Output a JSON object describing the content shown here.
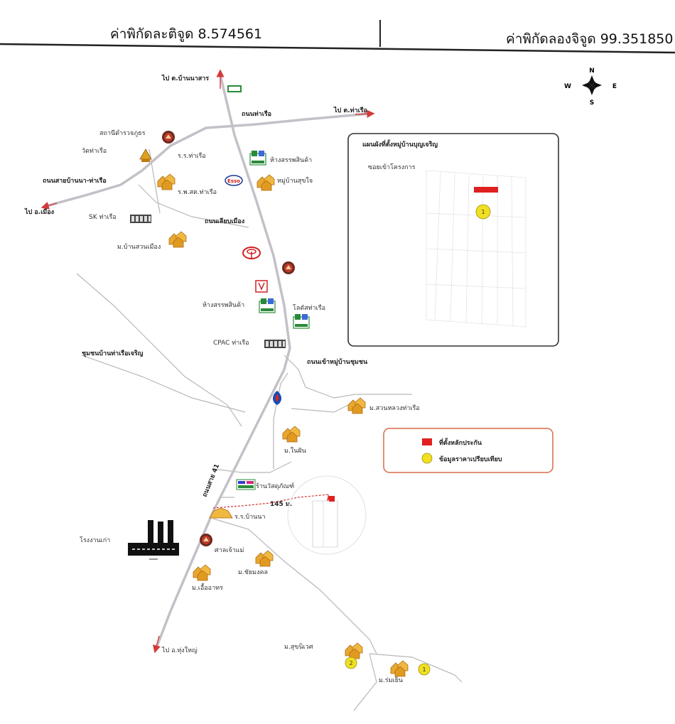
{
  "header": {
    "latitude_label": "ค่าพิกัดละติจูด 8.574561",
    "longitude_label": "ค่าพิกัดลองจิจูด 99.351850"
  },
  "compass": {
    "n": "N",
    "s": "S",
    "e": "E",
    "w": "W"
  },
  "roads": {
    "to_north": "ไป ต.บ้านนาสาร",
    "to_east": "ไป ต.ท่าเรือ",
    "road_east": "ถนนท่าเรือ",
    "to_west": "ไป อ.เมือง",
    "road_west": "ถนนสายบ้านนา-ท่าเรือ",
    "road_mid": "ถนนเลียบเมือง",
    "highway": "ถนนสาย 41",
    "road_south_junction": "ถนนเข้าหมู่บ้านชุมชน",
    "to_south": "ไป อ.ทุ่งใหญ่",
    "distance": "145 ม."
  },
  "places": [
    "สถานีตำรวจภูธร",
    "วัดท่าเรือ",
    "ร.ร.ท่าเรือ",
    "ร.พ.สต.ท่าเรือ",
    "SK ท่าเรือ",
    "ม.บ้านสวนเมือง",
    "ห้างสรรพสินค้า",
    "หมู่บ้านสุขใจ",
    "ห้างสรรพสินค้า",
    "โลตัสท่าเรือ",
    "CPAC ท่าเรือ",
    "ชุมชนบ้านท่าเรือเจริญ",
    "ม.สวนหลวงท่าเรือ",
    "ม.ในฝัน",
    "ร้านวัสดุภัณฑ์",
    "ร.ร.บ้านนา",
    "โรงงานเก่า",
    "ศาลเจ้าแม่",
    "ม.ชัยมงคล",
    "ม.เอื้ออาทร",
    "ม.สุขนิเวศ",
    "ม.ร่มเย็น"
  ],
  "logos": {
    "esso": "Esso"
  },
  "inset": {
    "title": "แผนผังที่ตั้งหมู่บ้านบุญเจริญ",
    "subtitle": "ซอยเข้าโครงการ",
    "marker": "1"
  },
  "legend": {
    "site_label": "ที่ตั้งหลักประกัน",
    "comparable_label": "ข้อมูลราคาเปรียบเทียบ"
  },
  "comparables": [
    "1",
    "2"
  ],
  "colors": {
    "road": "#c4c0c8",
    "road_minor": "#b8b8b8",
    "arrow": "#d43a3a",
    "site": "#e02020",
    "comparable": "#f0e020",
    "legend_border": "#d86a4a",
    "house": "#e8a830"
  }
}
